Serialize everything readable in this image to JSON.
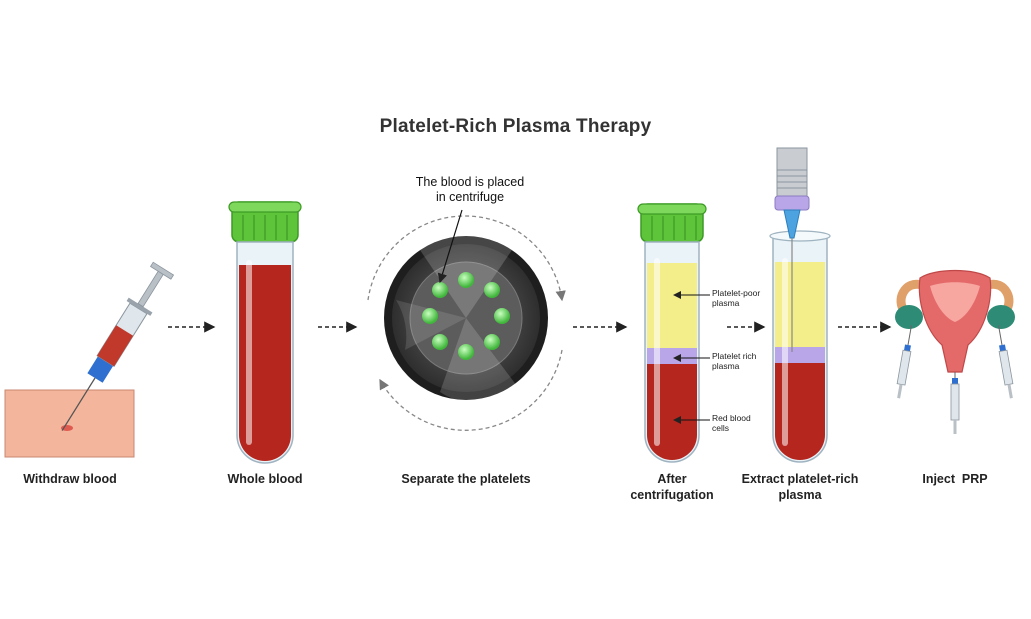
{
  "title": "Platelet-Rich Plasma Therapy",
  "steps": [
    {
      "label": "Withdraw blood"
    },
    {
      "label": "Whole blood"
    },
    {
      "label": "Separate the platelets"
    },
    {
      "label_line1": "After",
      "label_line2": "centrifugation"
    },
    {
      "label_line1": "Extract platelet-rich",
      "label_line2": "plasma"
    },
    {
      "label": "Inject  PRP"
    }
  ],
  "centrifuge_note": {
    "line1": "The blood is placed",
    "line2": "in centrifuge"
  },
  "layers": {
    "poor": {
      "line1": "Platelet-poor",
      "line2": "plasma"
    },
    "rich": {
      "line1": "Platelet rich",
      "line2": "plasma"
    },
    "rbc": {
      "line1": "Red blood",
      "line2": "cells"
    }
  },
  "colors": {
    "blood": "#b5261e",
    "plasma": "#f3ee8a",
    "platelet_layer": "#b9a6e8",
    "cap": "#5ec43a",
    "skin": "#f3b59b",
    "uterus": "#e46a6a",
    "ovary": "#2e8b76"
  }
}
